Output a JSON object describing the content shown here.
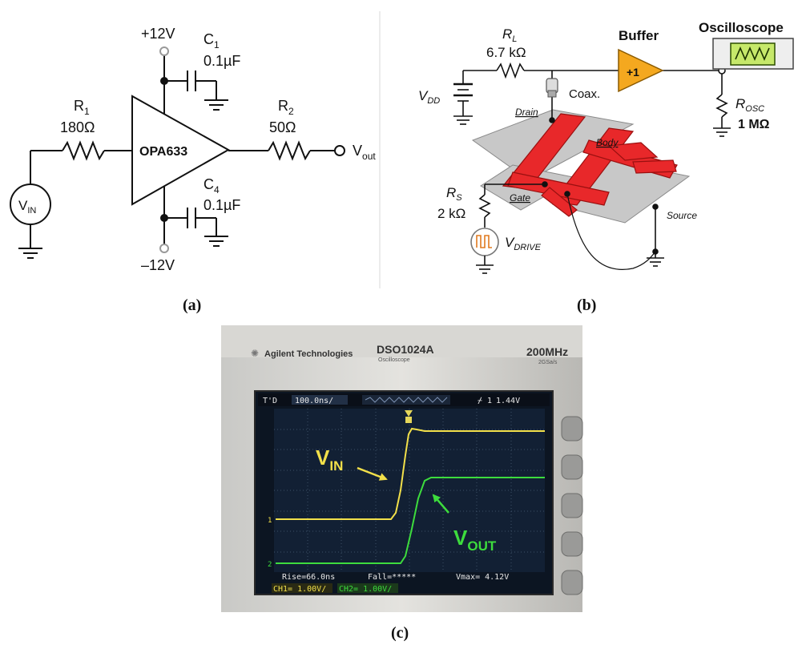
{
  "panel_a": {
    "caption": "(a)",
    "vplus": "+12V",
    "vminus": "–12V",
    "c1_name": "C",
    "c1_sub": "1",
    "c1_value": "0.1µF",
    "c4_name": "C",
    "c4_sub": "4",
    "c4_value": "0.1µF",
    "r1_name": "R",
    "r1_sub": "1",
    "r1_value": "180Ω",
    "r2_name": "R",
    "r2_sub": "2",
    "r2_value": "50Ω",
    "opamp_label": "OPA633",
    "vin_main": "V",
    "vin_sub": "IN",
    "vout_main": "V",
    "vout_sub": "out"
  },
  "panel_b": {
    "caption": "(b)",
    "rl_name": "R",
    "rl_sub": "L",
    "rl_value": "6.7 kΩ",
    "buffer_title": "Buffer",
    "buffer_gain": "+1",
    "osc_title": "Oscilloscope",
    "vdd_main": "V",
    "vdd_sub": "DD",
    "coax_label": "Coax.",
    "drain_label": "Drain",
    "body_label": "Body",
    "gate_label": "Gate",
    "source_label": "Source",
    "rs_name": "R",
    "rs_sub": "S",
    "rs_value": "2 kΩ",
    "vdrive_main": "V",
    "vdrive_sub": "DRIVE",
    "rosc_name": "R",
    "rosc_sub": "OSC",
    "rosc_value": "1 MΩ",
    "device_color": "#e8282a"
  },
  "panel_c": {
    "caption": "(c)",
    "brand": "Agilent Technologies",
    "model": "DSO1024A",
    "model_sub": "Oscilloscope",
    "bandwidth": "200MHz",
    "sample_rate": "2GSa/s",
    "status_mode": "T'D",
    "timebase": "100.0ns/",
    "trigger_level": "1.44V",
    "meas_rise": "Rise=66.0ns",
    "meas_fall": "Fall=*****",
    "meas_vmax": "Vmax= 4.12V",
    "ch1_scale": "CH1= 1.00V/",
    "ch2_scale": "CH2= 1.00V/",
    "vin_label_main": "V",
    "vin_label_sub": "IN",
    "vout_label_main": "V",
    "vout_label_sub": "OUT",
    "ch1_color": "#f2e04a",
    "ch2_color": "#3ddc3d"
  }
}
